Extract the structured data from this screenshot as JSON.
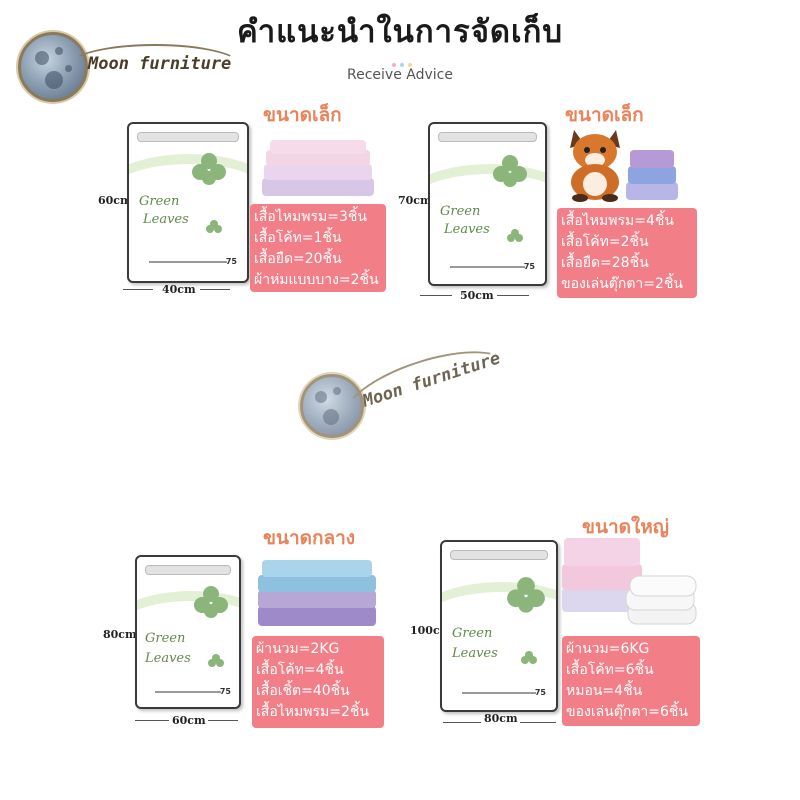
{
  "header": {
    "title": "คำแนะนำในการจัดเก็บ",
    "subtitle": "Receive Advice"
  },
  "brand": {
    "name": "Moon furniture"
  },
  "bag_label": {
    "line1": "Green",
    "line2": "Leaves",
    "corner": "75"
  },
  "colors": {
    "size_label": "#e9845a",
    "info_box": "#f27e88",
    "leaf": "#8bb57a"
  },
  "products": [
    {
      "size_label": "ขนาดเล็ก",
      "height": "60cm",
      "width": "40cm",
      "items": [
        "เสื้อไหมพรม=3ชิ้น",
        "เสื้อโค้ท=1ชิ้น",
        "เสื้อยืด=20ชิ้น",
        "ผ้าห่มแบบบาง=2ชิ้น"
      ]
    },
    {
      "size_label": "ขนาดเล็ก",
      "height": "70cm",
      "width": "50cm",
      "items": [
        "เสื้อไหมพรม=4ชิ้น",
        "เสื้อโค้ท=2ชิ้น",
        "เสื้อยืด=28ชิ้น",
        "ของเล่นตุ๊กตา=2ชิ้น"
      ]
    },
    {
      "size_label": "ขนาดกลาง",
      "height": "80cm",
      "width": "60cm",
      "items": [
        "ผ้านวม=2KG",
        "เสื้อโค้ท=4ชิ้น",
        "เสื้อเชิ้ต=40ชิ้น",
        "เสื้อไหมพรม=2ชิ้น"
      ]
    },
    {
      "size_label": "ขนาดใหญ่",
      "height": "100cm",
      "width": "80cm",
      "items": [
        "ผ้านวม=6KG",
        "เสื้อโค้ท=6ชิ้น",
        "หมอน=4ชิ้น",
        "ของเล่นตุ๊กตา=6ชิ้น"
      ]
    }
  ]
}
